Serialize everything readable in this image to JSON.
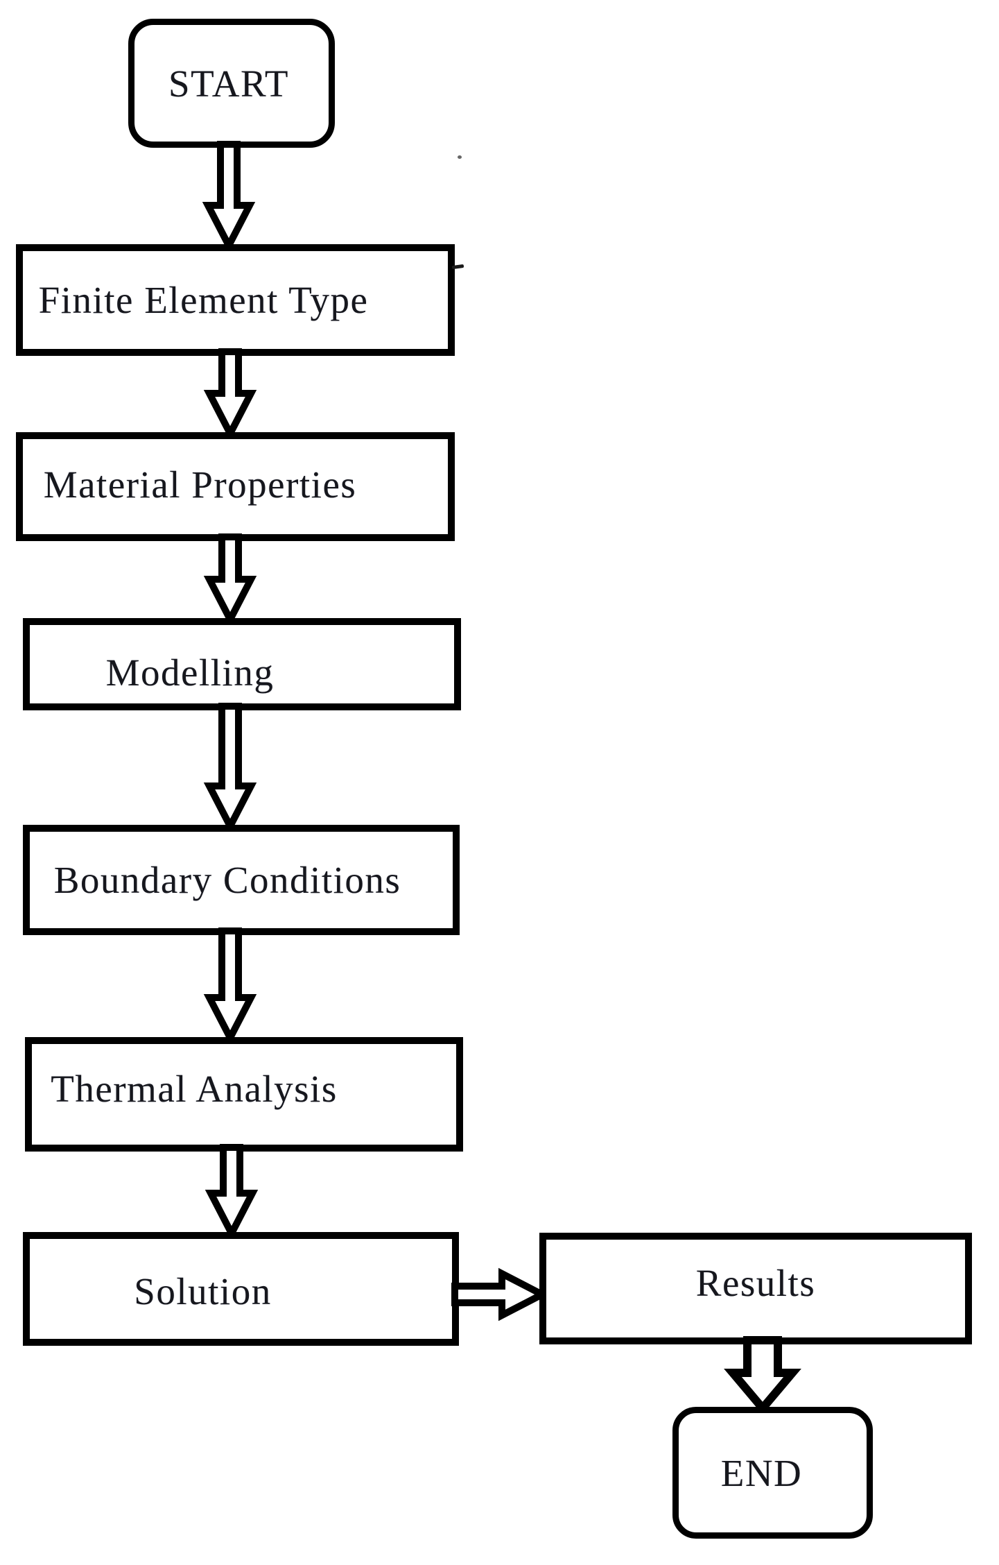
{
  "diagram": {
    "type": "flowchart",
    "background_color": "#ffffff",
    "stroke_color": "#000000",
    "node_fill_color": "#ffffff",
    "text_color": "#16171d",
    "nodes": {
      "start": {
        "label": "START",
        "shape": "rounded-terminal"
      },
      "finite_element_type": {
        "label": "Finite Element Type",
        "shape": "process-rect"
      },
      "material_properties": {
        "label": "Material Properties",
        "shape": "process-rect"
      },
      "modelling": {
        "label": "Modelling",
        "shape": "process-rect"
      },
      "boundary_conditions": {
        "label": "Boundary Conditions",
        "shape": "process-rect"
      },
      "thermal_analysis": {
        "label": "Thermal Analysis",
        "shape": "process-rect"
      },
      "solution": {
        "label": "Solution",
        "shape": "process-rect"
      },
      "results": {
        "label": "Results",
        "shape": "process-rect"
      },
      "end": {
        "label": "END",
        "shape": "rounded-terminal"
      }
    },
    "edges": [
      {
        "from": "start",
        "to": "finite_element_type",
        "direction": "down",
        "style": "hollow-arrow"
      },
      {
        "from": "finite_element_type",
        "to": "material_properties",
        "direction": "down",
        "style": "hollow-arrow"
      },
      {
        "from": "material_properties",
        "to": "modelling",
        "direction": "down",
        "style": "hollow-arrow"
      },
      {
        "from": "modelling",
        "to": "boundary_conditions",
        "direction": "down",
        "style": "hollow-arrow"
      },
      {
        "from": "boundary_conditions",
        "to": "thermal_analysis",
        "direction": "down",
        "style": "hollow-arrow"
      },
      {
        "from": "thermal_analysis",
        "to": "solution",
        "direction": "down",
        "style": "hollow-arrow"
      },
      {
        "from": "solution",
        "to": "results",
        "direction": "right",
        "style": "hollow-arrow"
      },
      {
        "from": "results",
        "to": "end",
        "direction": "down",
        "style": "hollow-arrow"
      }
    ]
  }
}
